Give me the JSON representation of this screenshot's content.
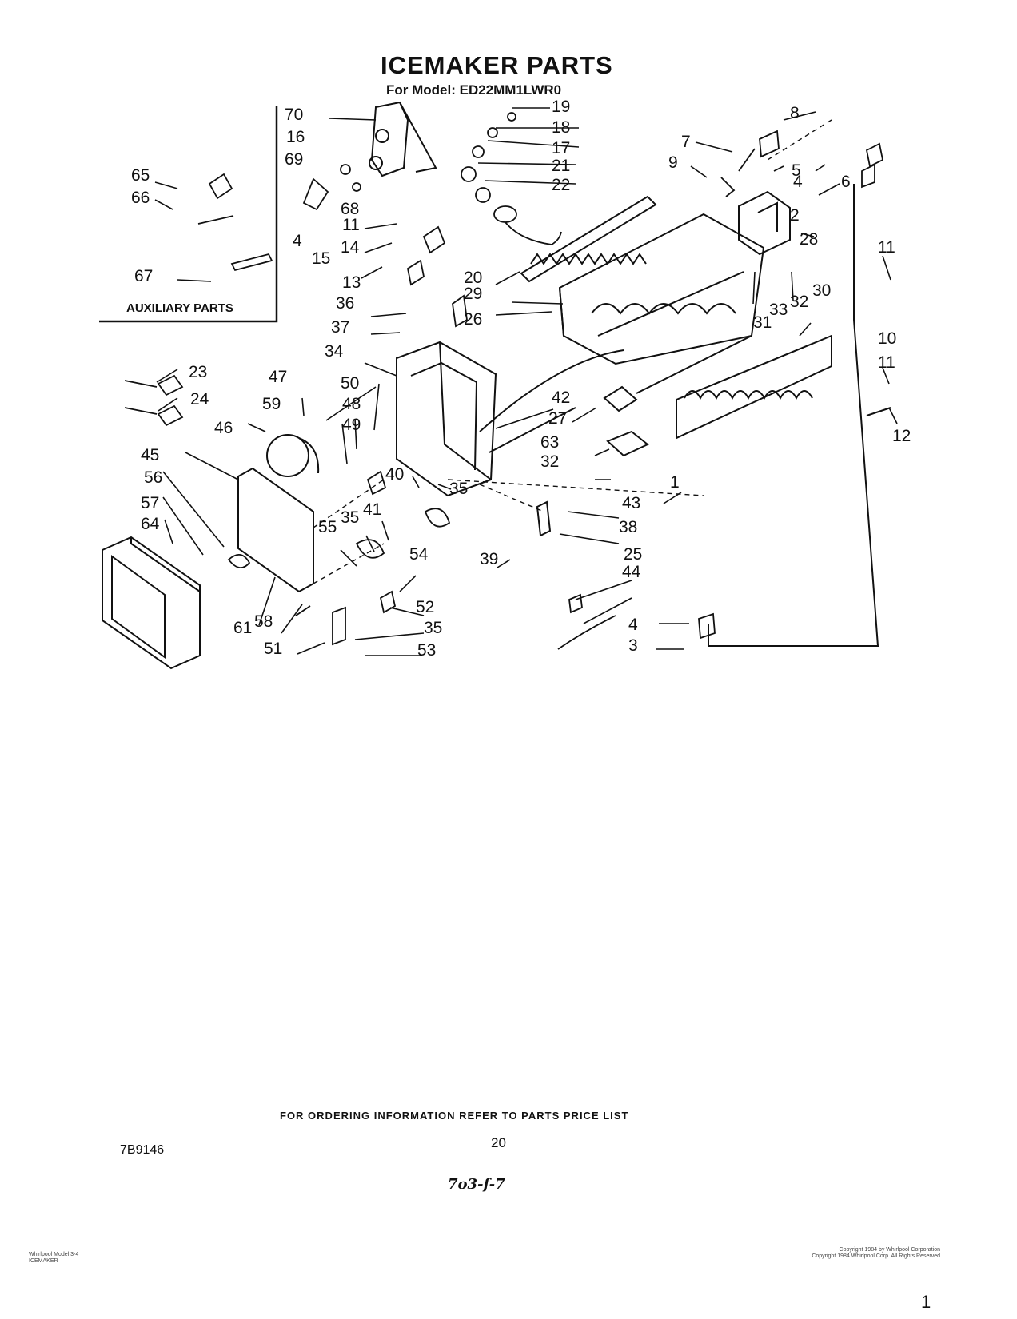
{
  "header": {
    "title": "ICEMAKER PARTS",
    "subtitle": "For Model: ED22MM1LWR0"
  },
  "auxiliary_label": "AUXILIARY PARTS",
  "callouts": [
    "70",
    "16",
    "69",
    "4",
    "15",
    "68",
    "65",
    "66",
    "67",
    "11",
    "14",
    "13",
    "19",
    "18",
    "17",
    "21",
    "22",
    "20",
    "29",
    "26",
    "36",
    "37",
    "34",
    "7",
    "8",
    "9",
    "5",
    "6",
    "2",
    "4",
    "28",
    "31",
    "33",
    "32",
    "30",
    "11",
    "10",
    "11",
    "12",
    "23",
    "24",
    "47",
    "59",
    "46",
    "45",
    "56",
    "57",
    "64",
    "50",
    "48",
    "49",
    "42",
    "27",
    "63",
    "32",
    "1",
    "40",
    "35",
    "41",
    "35",
    "55",
    "54",
    "43",
    "38",
    "39",
    "25",
    "44",
    "4",
    "3",
    "52",
    "35",
    "53",
    "61",
    "58",
    "51"
  ],
  "footer": {
    "ordering_note": "FOR ORDERING INFORMATION REFER TO PARTS PRICE LIST",
    "page_number": "20",
    "document_number": "7B9146",
    "handwritten_note": "7o3-f-7",
    "small_left_line1": "Whirlpool Model 3-4",
    "small_left_line2": "ICEMAKER",
    "small_right_line1": "Copyright 1984 by Whirlpool Corporation",
    "small_right_line2": "Copyright 1984 Whirlpool Corp. All Rights Reserved",
    "corner_mark": "1"
  }
}
